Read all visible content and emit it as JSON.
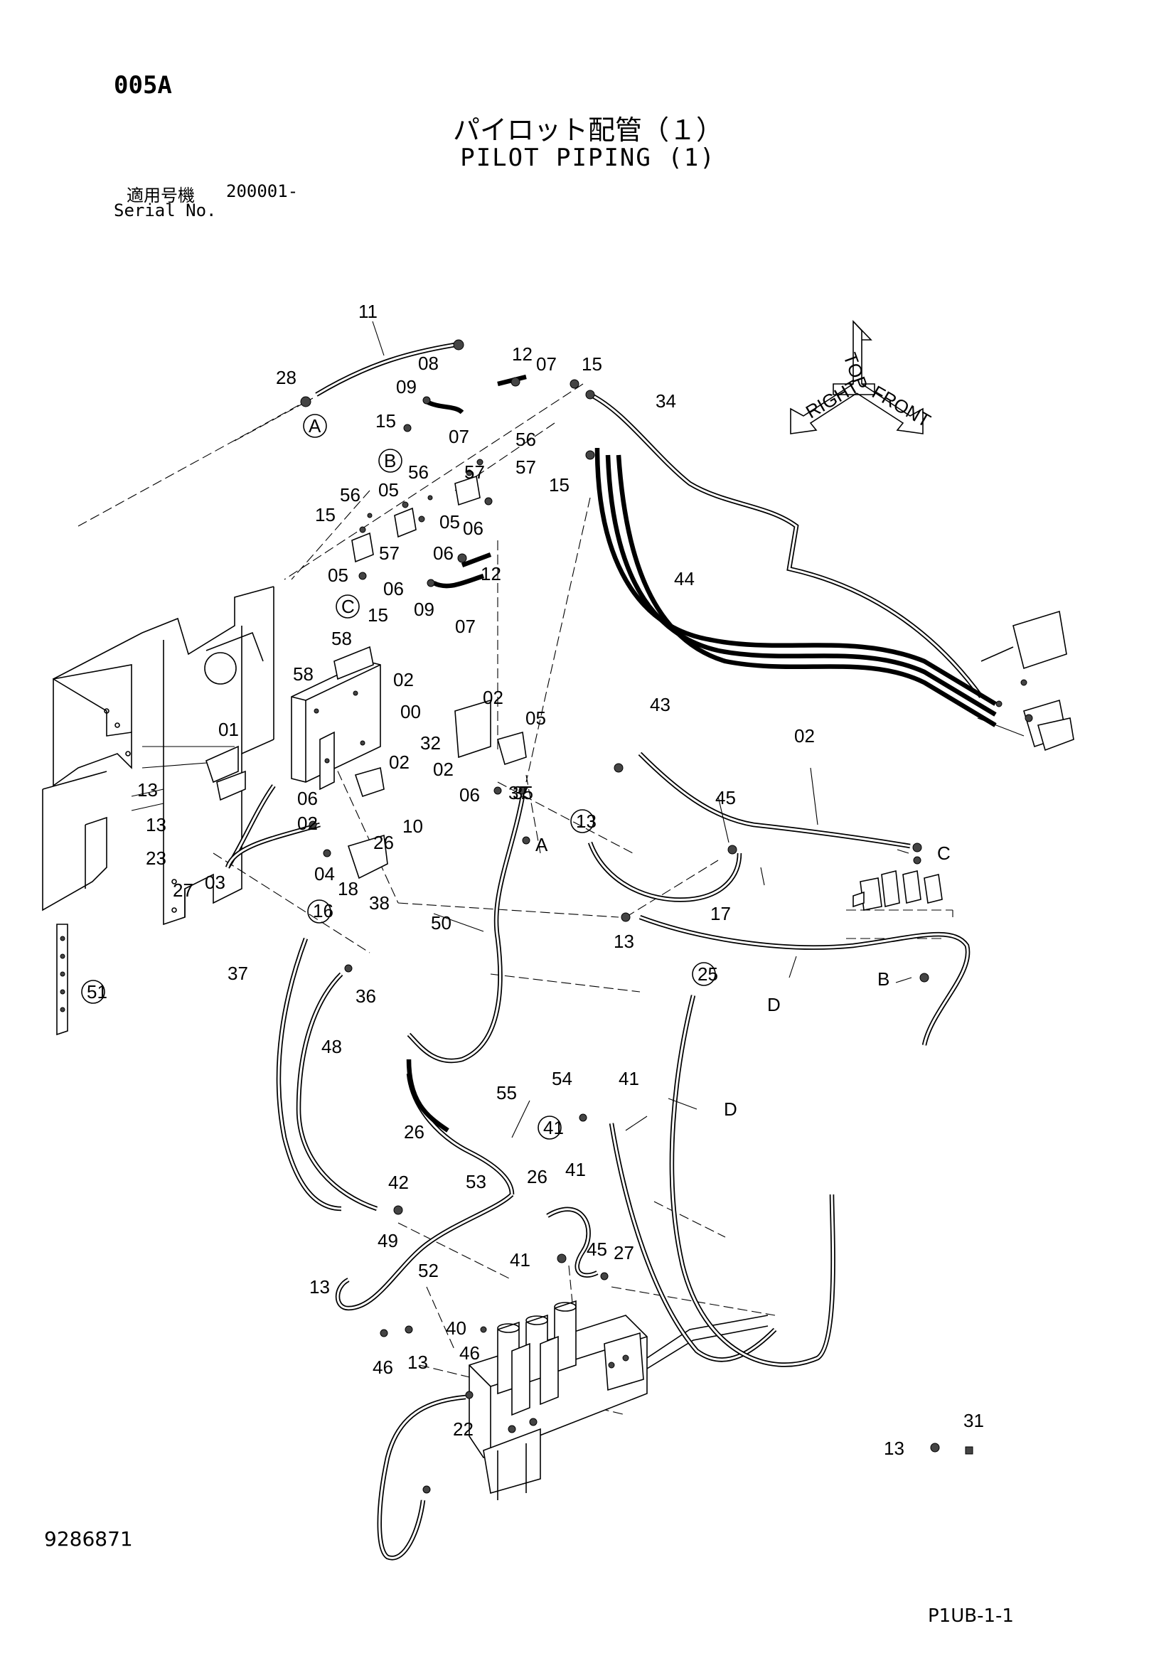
{
  "header": {
    "code": "005A",
    "title_ja": "パイロット配管（１）",
    "title_en": "PILOT PIPING (1)",
    "serial_label_ja": "適用号機",
    "serial_value": "200001-",
    "serial_label_en": "Serial No."
  },
  "footer": {
    "drawing_number": "9286871",
    "page_code": "P1UB-1-1"
  },
  "orientation": {
    "top": "TOP",
    "front": "FRONT",
    "right": "RIGHT"
  },
  "callouts": [
    "11",
    "28",
    "A",
    "08",
    "12",
    "07",
    "15",
    "34",
    "09",
    "15",
    "07",
    "56",
    "57",
    "B",
    "56",
    "57",
    "15",
    "05",
    "56",
    "05",
    "06",
    "15",
    "57",
    "06",
    "12",
    "05",
    "06",
    "C",
    "15",
    "09",
    "07",
    "44",
    "43",
    "58",
    "58",
    "02",
    "00",
    "01",
    "32",
    "02",
    "05",
    "02",
    "02",
    "13",
    "06",
    "37",
    "06",
    "35",
    "02",
    "13",
    "45",
    "10",
    "26",
    "A",
    "13",
    "02",
    "23",
    "27",
    "03",
    "04",
    "18",
    "38",
    "C",
    "17",
    "16",
    "50",
    "13",
    "37",
    "36",
    "B",
    "D",
    "25",
    "51",
    "48",
    "55",
    "54",
    "41",
    "D",
    "26",
    "41",
    "42",
    "53",
    "26",
    "41",
    "49",
    "52",
    "13",
    "41",
    "45",
    "27",
    "40",
    "46",
    "46",
    "13",
    "31",
    "13",
    "22"
  ]
}
